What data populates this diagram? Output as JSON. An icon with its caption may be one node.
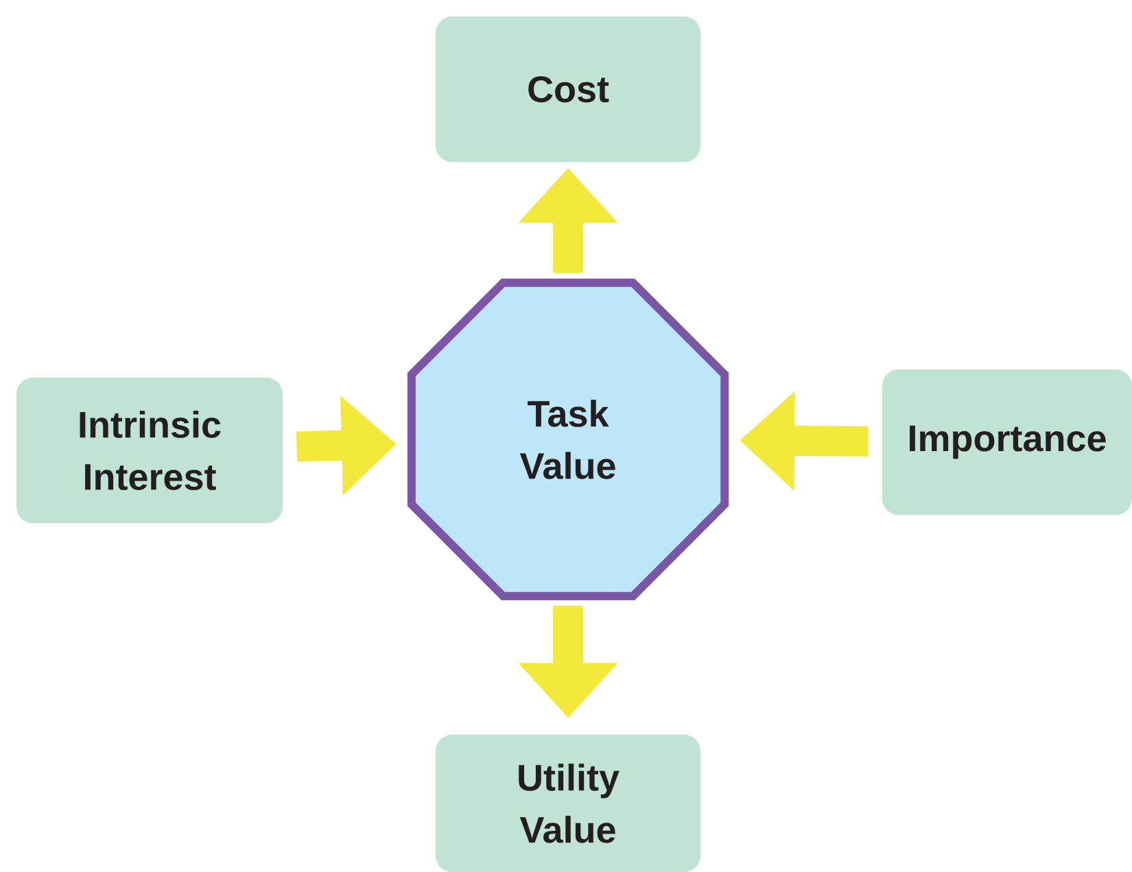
{
  "diagram": {
    "nodes": [
      {
        "text": [
          "Cost"
        ]
      },
      {
        "text": [
          "Intrinsic Interest"
        ]
      },
      {
        "text": [
          "Task Value"
        ]
      },
      {
        "text": [
          "Importance"
        ]
      },
      {
        "text": [
          "Utility Value"
        ]
      }
    ],
    "edges": [
      {
        "from": 2,
        "to": 0,
        "arrow": "to"
      },
      {
        "from": 1,
        "to": 2,
        "arrow": "to"
      },
      {
        "from": 3,
        "to": 2,
        "arrow": "to"
      },
      {
        "from": 2,
        "to": 4,
        "arrow": "to"
      }
    ]
  }
}
